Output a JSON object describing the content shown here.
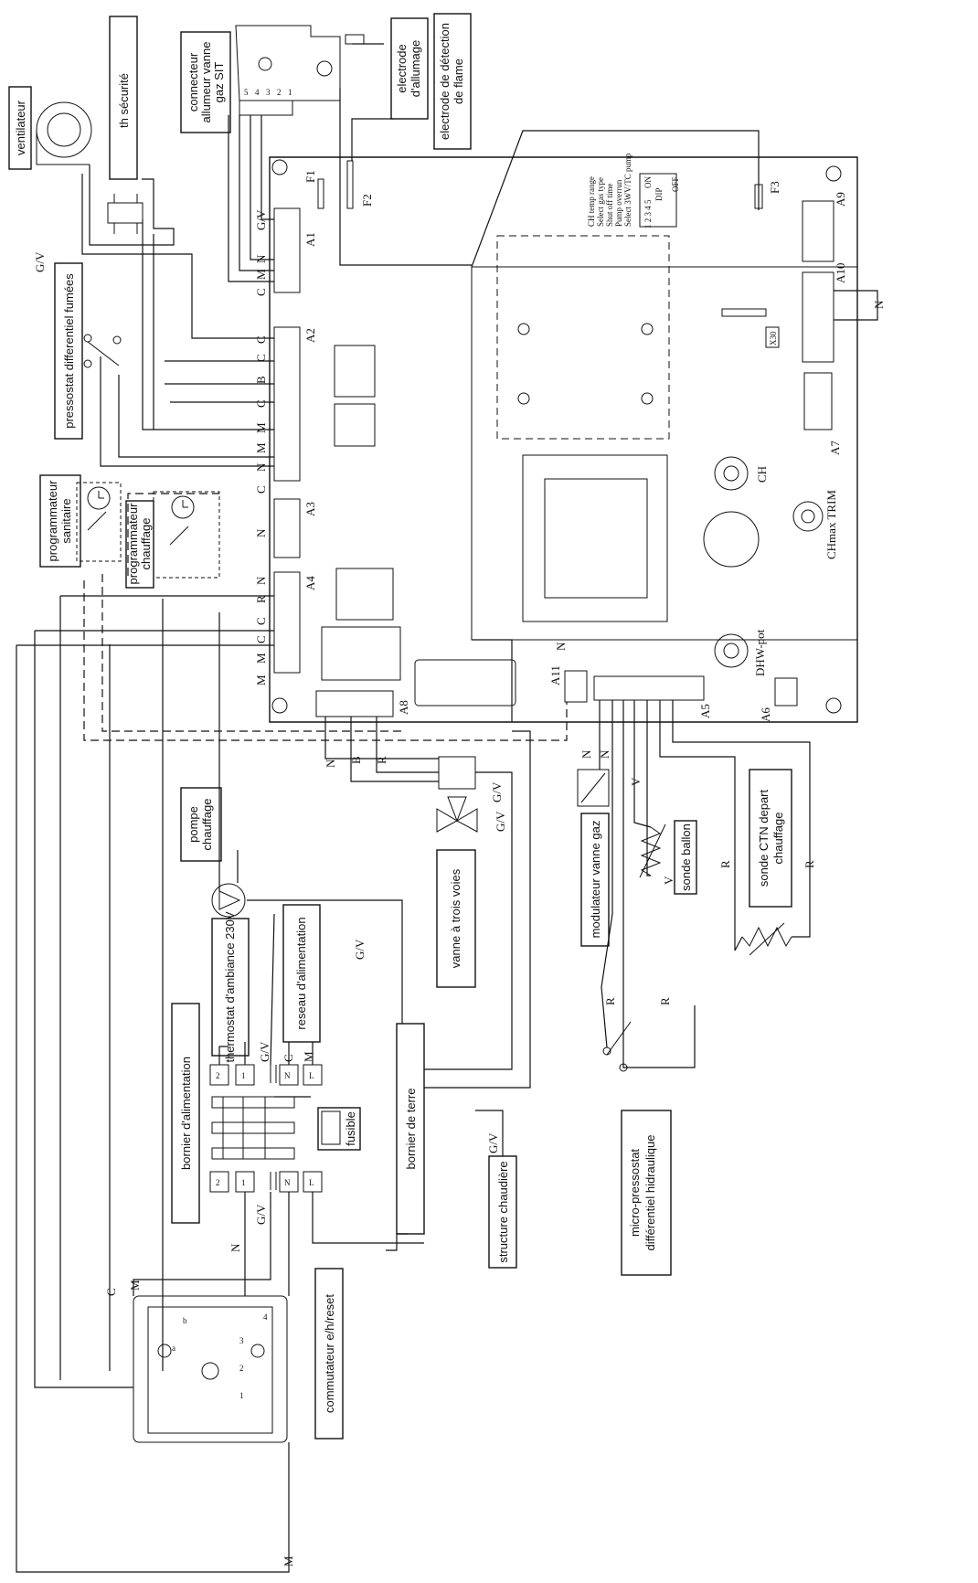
{
  "labels": {
    "ventilateur": "ventilateur",
    "th_securite": "th sécurité",
    "connecteur_l1": "connecteur",
    "connecteur_l2": "allumeur vanne",
    "connecteur_l3": "gaz SIT",
    "electrode_allumage_l1": "electrode",
    "electrode_allumage_l2": "d'allumage",
    "electrode_detection_l1": "electrode de détection",
    "electrode_detection_l2": "de flame",
    "pressostat": "pressostat differentiel fumées",
    "prog_sanitaire_l1": "programmateur",
    "prog_sanitaire_l2": "sanitaire",
    "prog_chauffage_l1": "programmateur",
    "prog_chauffage_l2": "chauffage",
    "pompe_l1": "pompe",
    "pompe_l2": "chauffage",
    "thermostat": "thermostat d'ambiance 230V",
    "reseau": "reseau d'alimentation",
    "bornier_alimentation": "bornier d'alimentation",
    "fusible": "fusible",
    "bornier_terre": "bornier de terre",
    "structure": "structure chaudière",
    "commutateur": "commutateur e/h/reset",
    "vanne_trois_voies": "vanne à trois voies",
    "modulateur": "modulateur vanne gaz",
    "sonde_ballon": "sonde ballon",
    "sonde_ctn_l1": "sonde CTN depart",
    "sonde_ctn_l2": "chauffage",
    "micro_pressostat_l1": "micro-pressostat",
    "micro_pressostat_l2": "différentiel hidraulique"
  },
  "board": {
    "connectors": {
      "a1": "A1",
      "a2": "A2",
      "a3": "A3",
      "a4": "A4",
      "a5": "A5",
      "a6": "A6",
      "a7": "A7",
      "a8": "A8",
      "a9": "A9",
      "a10": "A10",
      "a11": "A11"
    },
    "fuses": {
      "f1": "F1",
      "f2": "F2",
      "f3": "F3"
    },
    "dip_title_on": "ON",
    "dip_title_dip": "DIP",
    "dip_off": "OFF",
    "dip_settings": [
      "CH temp range",
      "Select gas type",
      "Shut off time",
      "Pump overrun",
      "Select 3WV/TC pump"
    ],
    "dip_numbers": "1 2 3 4 5",
    "pot_ch": "CH",
    "pot_chmax": "CHmax TRIM",
    "pot_dhw": "DHW-pot",
    "x30": "X30"
  },
  "wire_letters": {
    "gv": "G/V",
    "n": "N",
    "m": "M",
    "c": "C",
    "b": "B",
    "r": "R",
    "v": "V",
    "l": "L",
    "one": "1",
    "two": "2",
    "three": "3",
    "four": "4",
    "five": "5",
    "a": "a",
    "bb": "b"
  }
}
